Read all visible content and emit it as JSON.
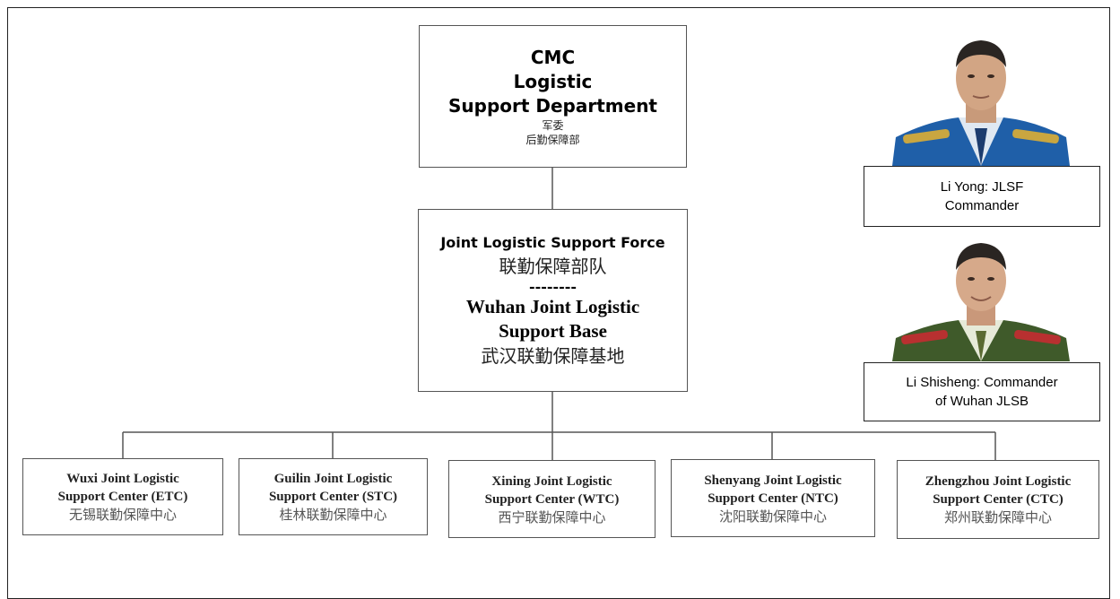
{
  "cmc": {
    "line1": "CMC",
    "line2": "Logistic",
    "line3": "Support Department",
    "zh1": "军委",
    "zh2": "后勤保障部"
  },
  "jlsf": {
    "title_en": "Joint Logistic Support Force",
    "title_zh": "联勤保障部队",
    "separator": "--------",
    "base_line1": "Wuhan Joint Logistic",
    "base_line2": "Support Base",
    "base_zh": "武汉联勤保障基地"
  },
  "centers": [
    {
      "line1": "Wuxi Joint Logistic",
      "line2": "Support Center (ETC)",
      "zh": "无锡联勤保障中心"
    },
    {
      "line1": "Guilin Joint Logistic",
      "line2": "Support Center (STC)",
      "zh": "桂林联勤保障中心"
    },
    {
      "line1": "Xining Joint Logistic",
      "line2": "Support Center (WTC)",
      "zh": "西宁联勤保障中心"
    },
    {
      "line1": "Shenyang Joint Logistic",
      "line2": "Support Center (NTC)",
      "zh": "沈阳联勤保障中心"
    },
    {
      "line1": "Zhengzhou Joint Logistic",
      "line2": "Support Center (CTC)",
      "zh": "郑州联勤保障中心"
    }
  ],
  "people": [
    {
      "caption_line1": "Li Yong: JLSF",
      "caption_line2": "Commander",
      "uniform_color": "#1f5fa8"
    },
    {
      "caption_line1": "Li Shisheng: Commander",
      "caption_line2": "of Wuhan JLSB",
      "uniform_color": "#3f5a2a"
    }
  ]
}
